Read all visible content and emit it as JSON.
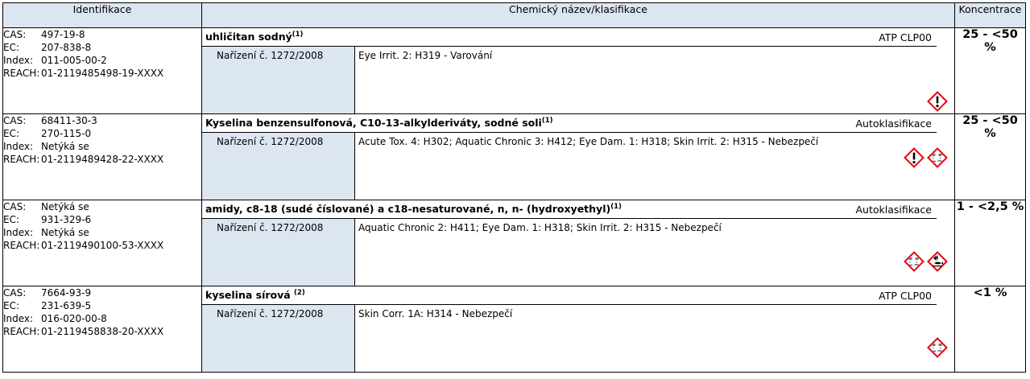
{
  "header": {
    "identification": "Identifikace",
    "chemical_name": "Chemický název/klasifikace",
    "concentration": "Koncentrace"
  },
  "labels": {
    "cas": "CAS:",
    "ec": "EC:",
    "index": "Index:",
    "reach": "REACH:"
  },
  "rows": [
    {
      "cas": "497-19-8",
      "ec": "207-838-8",
      "index": "011-005-00-2",
      "reach": "01-2119485498-19-XXXX",
      "name": "uhličitan sodný",
      "note": "(1)",
      "classification_source": "ATP CLP00",
      "regulation": "Nařízení č. 1272/2008",
      "hazards": "Eye Irrit. 2: H319 - Varování",
      "pictograms": [
        "exclamation-icon"
      ],
      "concentration": "25 - <50 %"
    },
    {
      "cas": "68411-30-3",
      "ec": "270-115-0",
      "index": "Netýká se",
      "reach": "01-2119489428-22-XXXX",
      "name": "Kyselina benzensulfonová, C10-13-alkylderiváty, sodné soli",
      "note": "(1)",
      "classification_source": "Autoklasifikace",
      "regulation": "Nařízení č. 1272/2008",
      "hazards": "Acute Tox. 4: H302; Aquatic Chronic 3: H412; Eye Dam. 1: H318; Skin Irrit. 2: H315 - Nebezpečí",
      "pictograms": [
        "exclamation-icon",
        "corrosion-icon"
      ],
      "concentration": "25 - <50 %"
    },
    {
      "cas": "Netýká se",
      "ec": "931-329-6",
      "index": "Netýká se",
      "reach": "01-2119490100-53-XXXX",
      "name": "amidy, c8-18 (sudé číslované) a c18-nesaturované, n, n- (hydroxyethyl)",
      "note": "(1)",
      "classification_source": "Autoklasifikace",
      "regulation": "Nařízení č. 1272/2008",
      "hazards": "Aquatic Chronic 2: H411; Eye Dam. 1: H318; Skin Irrit. 2: H315 - Nebezpečí",
      "pictograms": [
        "corrosion-icon",
        "environment-icon"
      ],
      "concentration": "1 - <2,5 %"
    },
    {
      "cas": "7664-93-9",
      "ec": "231-639-5",
      "index": "016-020-00-8",
      "reach": "01-2119458838-20-XXXX",
      "name": "kyselina sírová ",
      "note": "(2)",
      "classification_source": "ATP CLP00",
      "regulation": "Nařízení č. 1272/2008",
      "hazards": "Skin Corr. 1A: H314 - Nebezpečí",
      "pictograms": [
        "corrosion-icon"
      ],
      "concentration": "<1 %"
    }
  ]
}
